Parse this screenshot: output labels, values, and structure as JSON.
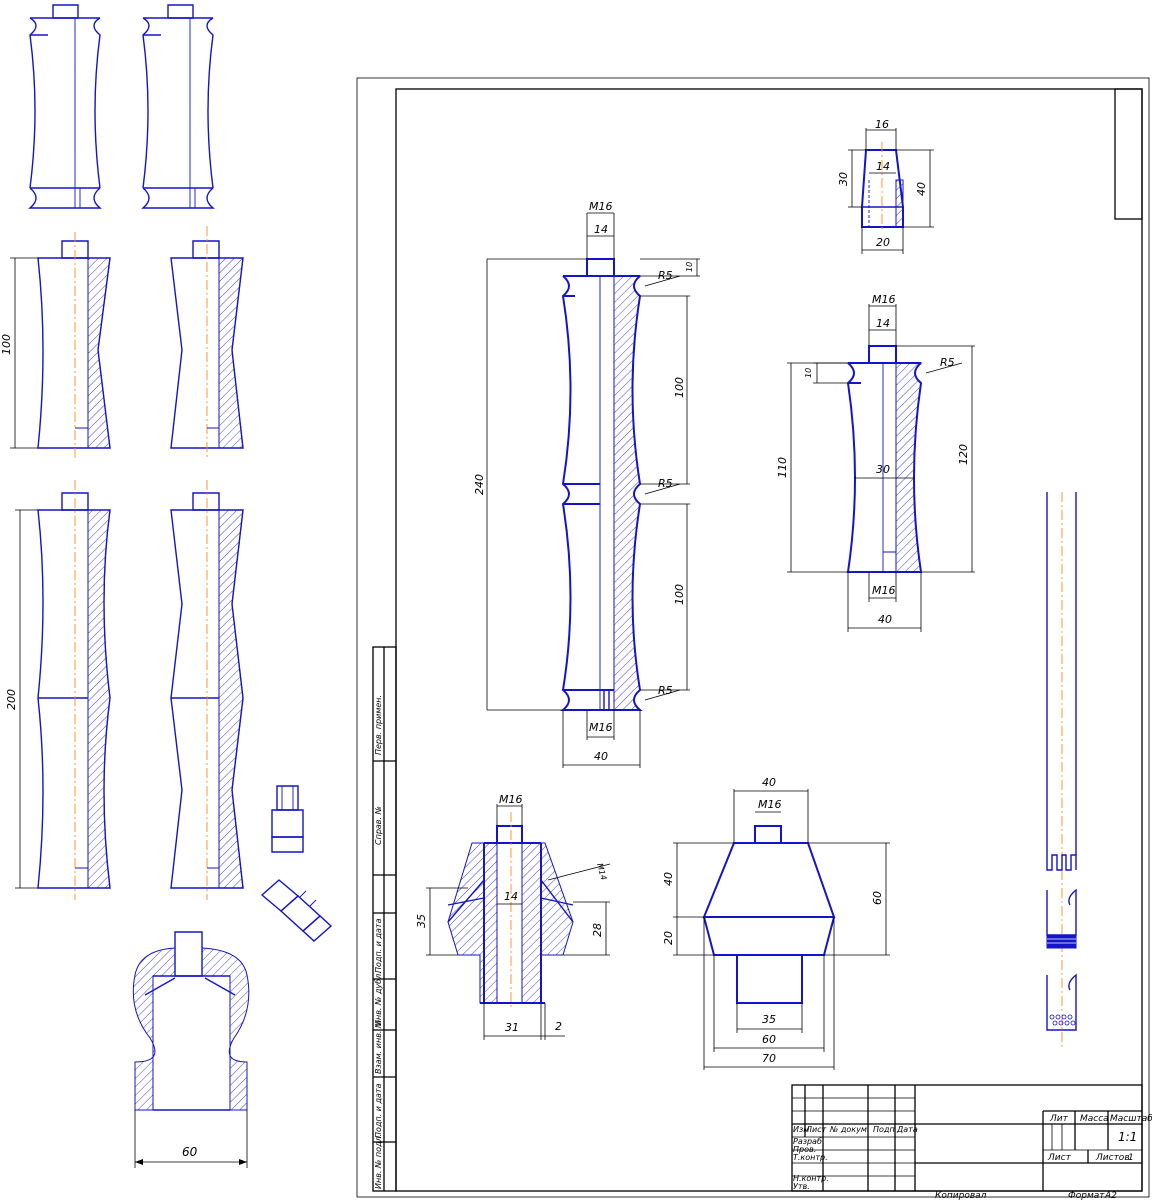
{
  "dimensions": {
    "left_100": "100",
    "left_200": "200",
    "left_60": "60",
    "main_m16_top": "M16",
    "main_14": "14",
    "main_10": "10",
    "main_r5_top": "R5",
    "main_240": "240",
    "main_100_upper": "100",
    "main_r5_mid": "R5",
    "main_100_lower": "100",
    "main_r5_bottom": "R5",
    "main_m16_bottom": "M16",
    "main_40": "40",
    "cap_16": "16",
    "cap_14": "14",
    "cap_30": "30",
    "cap_40": "40",
    "cap_20": "20",
    "leg_m16_top": "M16",
    "leg_14": "14",
    "leg_r5": "R5",
    "leg_10": "10",
    "leg_110": "110",
    "leg_120": "120",
    "leg_30": "30",
    "leg_m16_bottom": "M16",
    "leg_40": "40",
    "bell_m16": "M16",
    "bell_14": "14",
    "bell_m14": "M14",
    "bell_35": "35",
    "bell_28": "28",
    "bell_31": "31",
    "bell_2": "2",
    "foot_40": "40",
    "foot_m16": "M16",
    "foot_40_side": "40",
    "foot_20": "20",
    "foot_60_side": "60",
    "foot_35": "35",
    "foot_60": "60",
    "foot_70": "70"
  },
  "side_stamp": {
    "perv_primen": "Перв. примен.",
    "sprav_no": "Справ. №",
    "podp_data_1": "Подп. и дата",
    "inv_dubl": "Инв. № дубл.",
    "vzam_inv": "Взам. инв. №",
    "podp_data_2": "Подп. и дата",
    "inv_podl": "Инв. № подл."
  },
  "title_block": {
    "izm": "Изм",
    "list": "Лист",
    "no_dokum": "№ докум.",
    "podp": "Подп",
    "data": "Дата",
    "razrab": "Разраб.",
    "prov": "Пров.",
    "t_kontr": "Т.контр.",
    "n_kontr": "Н.контр.",
    "utv": "Утв.",
    "lit": "Лит",
    "massa": "Масса",
    "masshtab": "Масштаб",
    "scale_value": "1:1",
    "list_bottom": "Лист",
    "listov": "Листов",
    "listov_value": "1",
    "kopiroval": "Копировал",
    "format": "Формат",
    "format_value": "A2"
  }
}
